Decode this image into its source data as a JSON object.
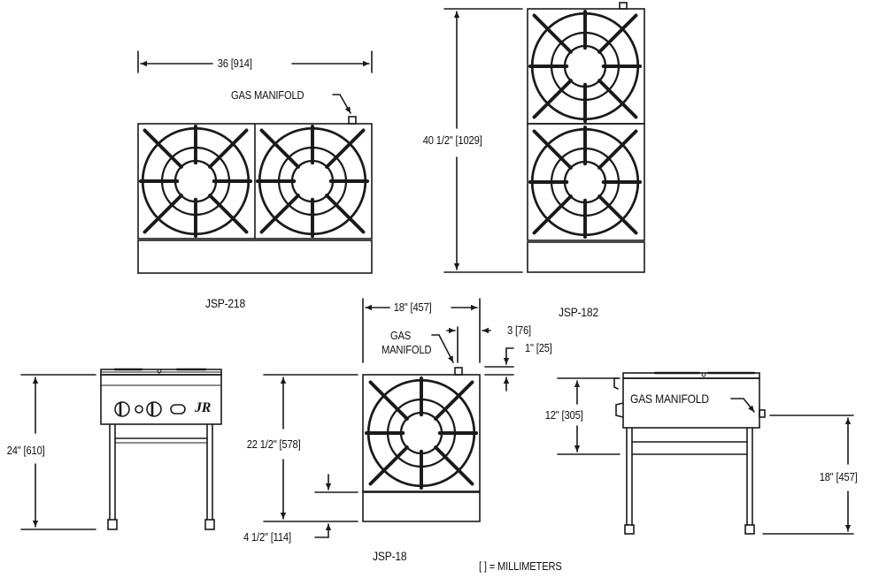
{
  "labels": {
    "width_218": "36 [914]",
    "gas_manifold_218": "GAS MANIFOLD",
    "height_182": "40 1/2\" [1029]",
    "model_218": "JSP-218",
    "model_182": "JSP-182",
    "width_18": "18\" [457]",
    "gas_manifold_18_line1": "GAS",
    "gas_manifold_18_line2": "MANIFOLD",
    "offset_3": "3 [76]",
    "offset_1": "1\" [25]",
    "height_24": "24\" [610]",
    "height_22": "22 1/2\" [578]",
    "base_4": "4 1/2\" [114]",
    "model_18": "JSP-18",
    "legend": "[  ] = MILLIMETERS",
    "gas_manifold_side": "GAS MANIFOLD",
    "height_12": "12\" [305]",
    "height_18": "18\" [457]"
  },
  "colors": {
    "line": "#1a1a1a",
    "paper": "#ffffff"
  },
  "front_view_brand_mark": "JR"
}
